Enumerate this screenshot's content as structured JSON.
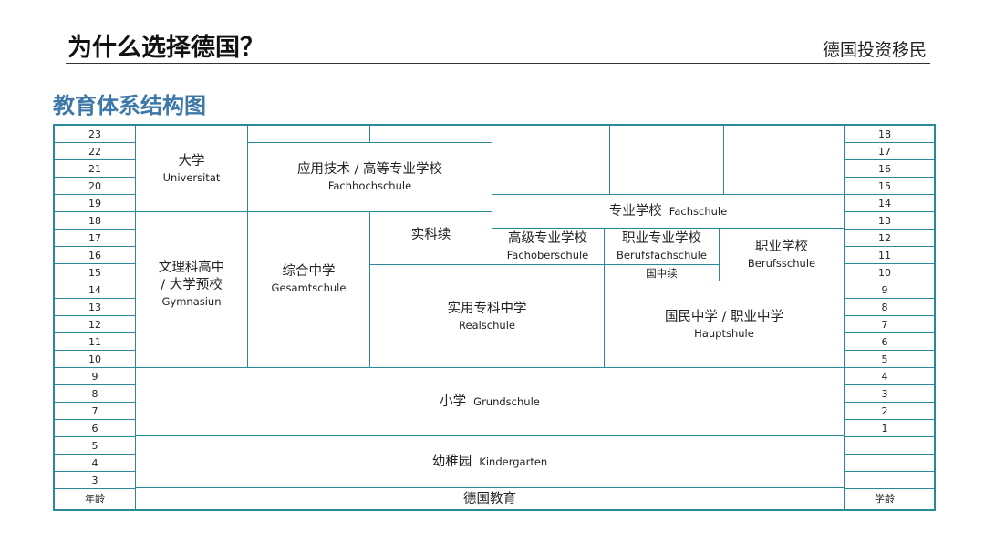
{
  "header": {
    "title": "为什么选择德国？",
    "brand": "德国投资移民"
  },
  "subtitle": "教育体系结构图",
  "left_ages": [
    "23",
    "22",
    "21",
    "20",
    "19",
    "18",
    "17",
    "16",
    "15",
    "14",
    "13",
    "12",
    "11",
    "10",
    "9",
    "8",
    "7",
    "6",
    "5",
    "4",
    "3"
  ],
  "left_footer": "年龄",
  "right_grades": [
    "18",
    "17",
    "16",
    "15",
    "14",
    "13",
    "12",
    "11",
    "10",
    "9",
    "8",
    "7",
    "6",
    "5",
    "4",
    "3",
    "2",
    "1",
    "",
    "",
    ""
  ],
  "right_footer": "学龄",
  "bottom_label": "德国教育",
  "schools": {
    "university": {
      "zh": "大学",
      "de": "Universitat"
    },
    "fachhochschule": {
      "zh": "应用技术 / 高等专业学校",
      "de": "Fachhochschule"
    },
    "fachschule": {
      "zh": "专业学校",
      "de": "Fachschule"
    },
    "gymnasium": {
      "zh1": "文理科高中",
      "zh2": "/ 大学预校",
      "de": "Gymnasiun"
    },
    "gesamtschule": {
      "zh": "综合中学",
      "de": "Gesamtschule"
    },
    "realschule_cont": {
      "zh": "实科续"
    },
    "fachoberschule": {
      "zh": "高级专业学校",
      "de": "Fachoberschule"
    },
    "berufsfachschule": {
      "zh": "职业专业学校",
      "de": "Berufsfachschule"
    },
    "berufsschule": {
      "zh": "职业学校",
      "de": "Berufsschule"
    },
    "hauptschule_cont": {
      "zh": "国中续"
    },
    "realschule": {
      "zh": "实用专科中学",
      "de": "Realschule"
    },
    "hauptschule": {
      "zh": "国民中学 / 职业中学",
      "de": "Hauptshule"
    },
    "grundschule": {
      "zh": "小学",
      "de": "Grundschule"
    },
    "kindergarten": {
      "zh": "幼稚园",
      "de": "Kindergarten"
    }
  }
}
